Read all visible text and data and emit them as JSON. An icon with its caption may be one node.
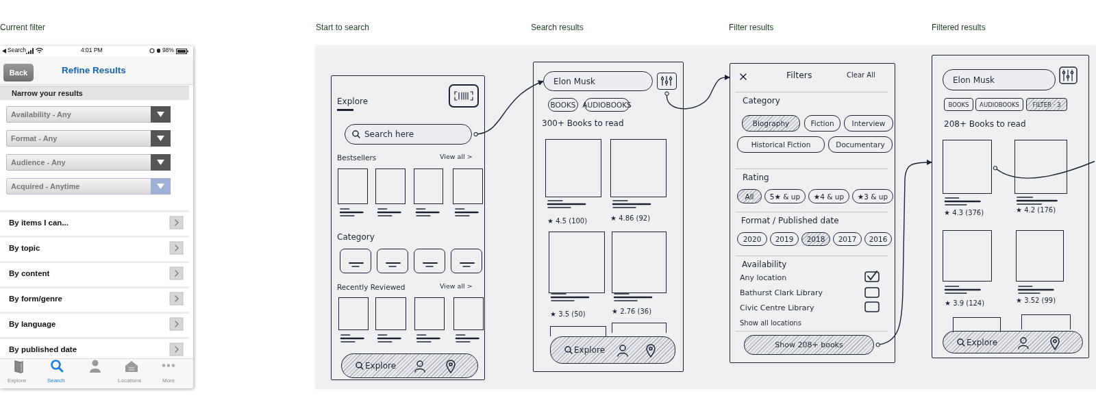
{
  "diagram": {
    "nodes": [
      {
        "text": [
          "Current filter"
        ]
      },
      {
        "text": [
          "Back"
        ],
        "in": 0
      },
      {
        "text": [
          "Narrow your results"
        ],
        "in": 0
      },
      {
        "text": [
          "Availability - Any"
        ],
        "in": 0
      },
      {
        "text": [
          "Format - Any"
        ],
        "in": 0
      },
      {
        "text": [
          "Audience - Any"
        ],
        "in": 0
      },
      {
        "text": [
          "Acquired - Anytime"
        ],
        "in": 0
      },
      {
        "text": [
          "By items I can..."
        ],
        "in": 0
      },
      {
        "text": [
          "By topic"
        ],
        "in": 0
      },
      {
        "text": [
          "By content"
        ],
        "in": 0
      },
      {
        "text": [
          "By form/genre"
        ],
        "in": 0
      },
      {
        "text": [
          "By language"
        ],
        "in": 0
      },
      {
        "text": [
          "By published date"
        ],
        "in": 0
      },
      {
        "text": [],
        "shape": "box"
      },
      {
        "text": [
          "Search here"
        ],
        "in": 13
      },
      {
        "text": [
          "Explore"
        ],
        "in": 13
      },
      {
        "text": [],
        "shape": "box"
      },
      {
        "text": [
          "Elon Musk"
        ],
        "in": 16
      },
      {
        "text": [],
        "shape": "box",
        "in": 16
      },
      {
        "text": [
          "BOOKS"
        ],
        "in": 16
      },
      {
        "text": [
          "AUDIOBOOKS"
        ],
        "in": 16
      },
      {
        "text": [
          "Explore"
        ],
        "in": 16
      },
      {
        "text": [],
        "shape": "box"
      },
      {
        "text": [
          "Biography"
        ],
        "in": 22
      },
      {
        "text": [
          "Fiction"
        ],
        "in": 22
      },
      {
        "text": [
          "Interview"
        ],
        "in": 22
      },
      {
        "text": [
          "Historical Fiction"
        ],
        "in": 22
      },
      {
        "text": [
          "Documentary"
        ],
        "in": 22
      },
      {
        "text": [
          "All"
        ],
        "in": 22
      },
      {
        "text": [
          "5★ & up"
        ],
        "in": 22
      },
      {
        "text": [
          "★4 & up"
        ],
        "in": 22
      },
      {
        "text": [
          "★3 & up"
        ],
        "in": 22
      },
      {
        "text": [
          "2020"
        ],
        "in": 22
      },
      {
        "text": [
          "2019"
        ],
        "in": 22
      },
      {
        "text": [
          "2018"
        ],
        "in": 22
      },
      {
        "text": [
          "2017"
        ],
        "in": 22
      },
      {
        "text": [
          "2016"
        ],
        "in": 22
      },
      {
        "text": [
          "Show 208+ books"
        ],
        "in": 22
      },
      {
        "text": [],
        "shape": "box"
      },
      {
        "text": [
          "Elon Musk"
        ],
        "in": 38
      },
      {
        "text": [
          "BOOKS"
        ],
        "in": 38
      },
      {
        "text": [
          "AUDIOBOOKS"
        ],
        "in": 38
      },
      {
        "text": [
          "FILTER · 3"
        ],
        "in": 38
      },
      {
        "text": [
          "Explore"
        ],
        "in": 38
      },
      {
        "text": [],
        "shape": "box",
        "in": 38
      },
      {
        "text": [],
        "shape": "box",
        "in": 16
      },
      {
        "text": [],
        "shape": "box",
        "in": 16
      },
      {
        "text": [],
        "shape": "box",
        "in": 16
      },
      {
        "text": [],
        "shape": "box",
        "in": 16
      },
      {
        "text": [],
        "shape": "box",
        "in": 38
      },
      {
        "text": [],
        "shape": "box",
        "in": 38
      },
      {
        "text": [],
        "shape": "box",
        "in": 38
      }
    ],
    "edges": [
      {
        "from": 14,
        "to": 17,
        "arrow": "to"
      },
      {
        "from": 18,
        "to": 22,
        "arrow": "to"
      },
      {
        "from": 37,
        "to": 38,
        "arrow": "to"
      },
      {
        "from": 44,
        "to": null,
        "arrow": "other"
      }
    ],
    "labels": [
      "Start to search",
      "Search results",
      "Filter results",
      "Filtered results",
      "Search",
      "4:01 PM",
      "98%",
      "Refine Results",
      "Explore",
      "Search",
      "Locations",
      "More",
      "Explore",
      "Bestsellers",
      "View all >",
      "Category",
      "Recently Reviewed",
      "View all >",
      "300+ Books to read",
      "★ 4.5 (100)",
      "★ 4.86 (92)",
      "★ 3.5 (50)",
      "★ 2.76 (36)",
      "Filters",
      "Clear All",
      "Category",
      "Rating",
      "Format / Published date",
      "Availability",
      "Any location",
      "Bathurst Clark Library",
      "Civic Centre Library",
      "Show all locations",
      "208+ Books to read",
      "★ 4.3 (376)",
      "★ 4.2 (176)",
      "★ 3.9 (124)",
      "★ 3.52 (99)"
    ]
  }
}
